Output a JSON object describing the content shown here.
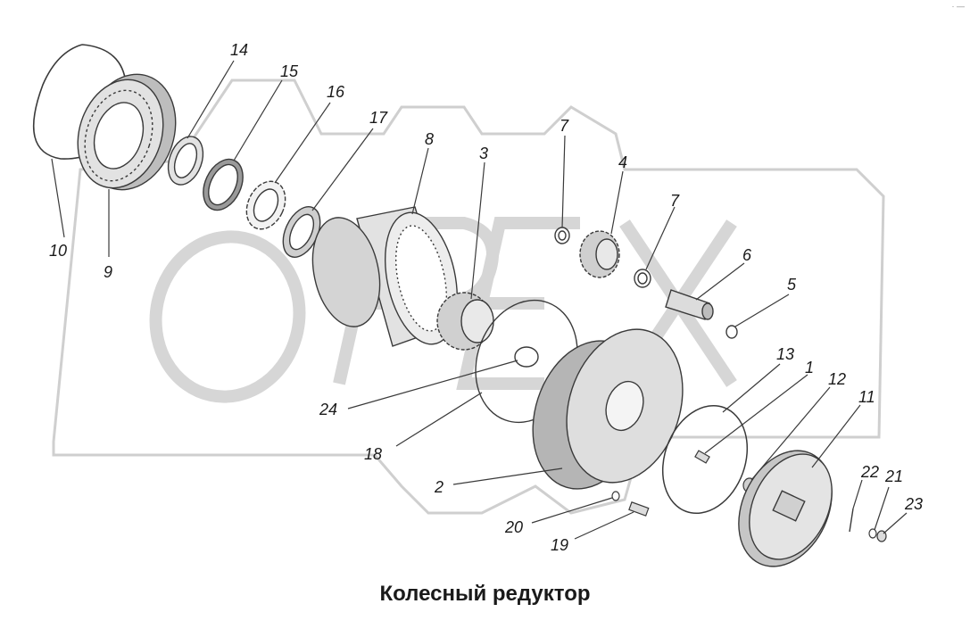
{
  "caption": "Колесный редуктор",
  "corner_mark": "· —",
  "colors": {
    "line": "#3a3a3a",
    "part_fill": "#e2e2e2",
    "part_dark": "#9a9a9a",
    "watermark": "#cfcfcf"
  },
  "labels": {
    "l1": "1",
    "l2": "2",
    "l3": "3",
    "l4": "4",
    "l5": "5",
    "l6": "6",
    "l7a": "7",
    "l7b": "7",
    "l8": "8",
    "l9": "9",
    "l10": "10",
    "l11": "11",
    "l12": "12",
    "l13": "13",
    "l14": "14",
    "l15": "15",
    "l16": "16",
    "l17": "17",
    "l18": "18",
    "l19": "19",
    "l20": "20",
    "l21": "21",
    "l22": "22",
    "l23": "23",
    "l24": "24"
  }
}
